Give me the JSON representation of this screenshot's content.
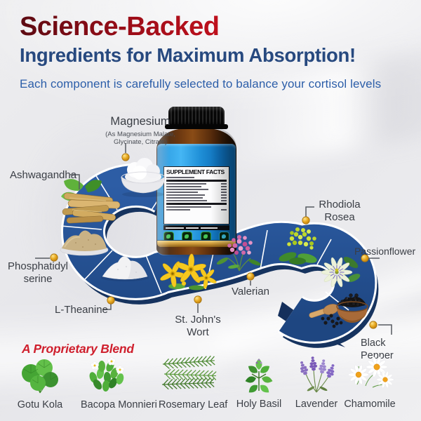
{
  "header": {
    "title": "Science-Backed",
    "subtitle": "Ingredients for Maximum Absorption!",
    "tagline": "Each component is carefully selected to balance your cortisol levels"
  },
  "bottle": {
    "panel_title": "SUPPLEMENT FACTS"
  },
  "ingredients": {
    "magnesium": {
      "label": "Magnesium",
      "sublabel": "(As Magnesium Malate, Glycinate, Citrate)"
    },
    "ashwagandha": {
      "label": "Ashwagandha"
    },
    "phosphatidylserine": {
      "line1": "Phosphatidyl",
      "line2": "serine"
    },
    "l_theanine": {
      "label": "L-Theanine"
    },
    "st_johns_wort": {
      "line1": "St. John's",
      "line2": "Wort"
    },
    "valerian": {
      "label": "Valerian"
    },
    "rhodiola": {
      "line1": "Rhodiola",
      "line2": "Rosea"
    },
    "passionflower": {
      "label": "Passionflower"
    },
    "black_pepper": {
      "label": "Black Pepper"
    }
  },
  "blend": {
    "title": "A Proprietary Blend",
    "items": [
      {
        "label": "Gotu Kola"
      },
      {
        "label": "Bacopa Monnieri"
      },
      {
        "label": "Rosemary Leaf"
      },
      {
        "label": "Holy Basil"
      },
      {
        "label": "Lavender"
      },
      {
        "label": "Chamomile"
      }
    ]
  },
  "colors": {
    "accent_red": "#c8101d",
    "heading_blue": "#27497f",
    "tagline_blue": "#2c5ea9",
    "path_blue": "#27528f",
    "path_shadow": "#16335f",
    "label_blue": "#1e8fd6",
    "gold_pin": "#e5a81f",
    "label_text": "#3a3e45"
  }
}
